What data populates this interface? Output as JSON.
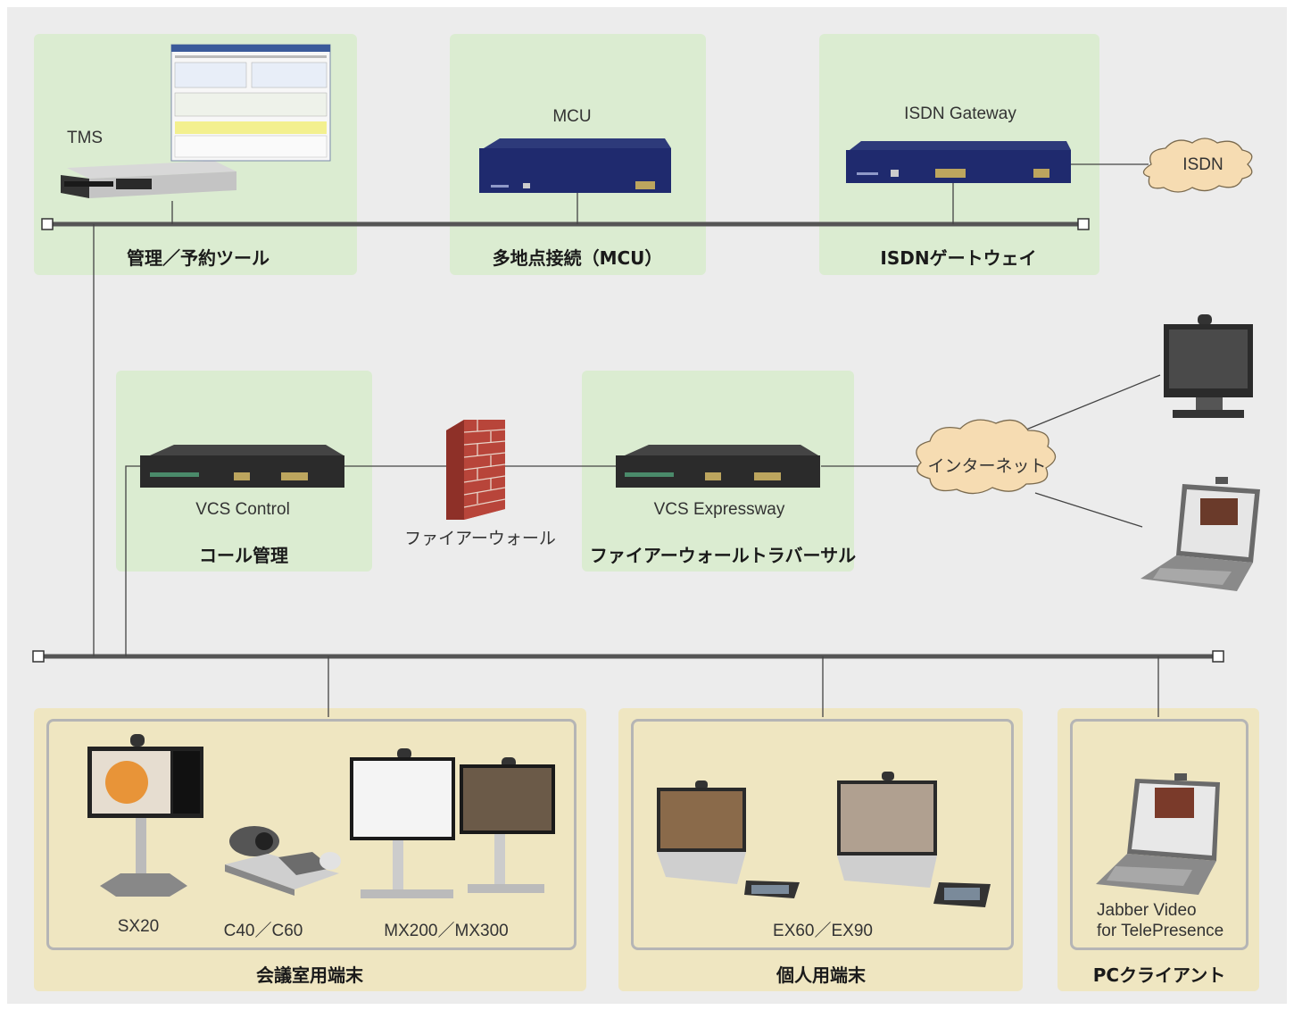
{
  "zones": {
    "mgmt": {
      "title": "管理／予約ツール",
      "device": "TMS"
    },
    "mcu": {
      "title": "多地点接続（MCU）",
      "device": "MCU"
    },
    "isdn_gw": {
      "title": "ISDNゲートウェイ",
      "device": "ISDN Gateway"
    },
    "call": {
      "title": "コール管理",
      "device": "VCS Control"
    },
    "fw_traversal": {
      "title": "ファイアーウォールトラバーサル",
      "device": "VCS Expressway"
    },
    "room": {
      "title": "会議室用端末",
      "devices": [
        "SX20",
        "C40／C60",
        "MX200／MX300"
      ]
    },
    "personal": {
      "title": "個人用端末",
      "device": "EX60／EX90"
    },
    "pc": {
      "title": "PCクライアント",
      "device_line1": "Jabber Video",
      "device_line2": "for TelePresence"
    }
  },
  "clouds": {
    "isdn": "ISDN",
    "internet": "インターネット"
  },
  "firewall_label": "ファイアーウォール",
  "colors": {
    "zone_green": "#dbecd1",
    "zone_yellow": "#efe6c1",
    "background": "#ececec",
    "device_navy": "#1f2a6e",
    "device_dark": "#2b2b2b",
    "brick": "#b8453a",
    "cloud": "#f6dcb2"
  }
}
